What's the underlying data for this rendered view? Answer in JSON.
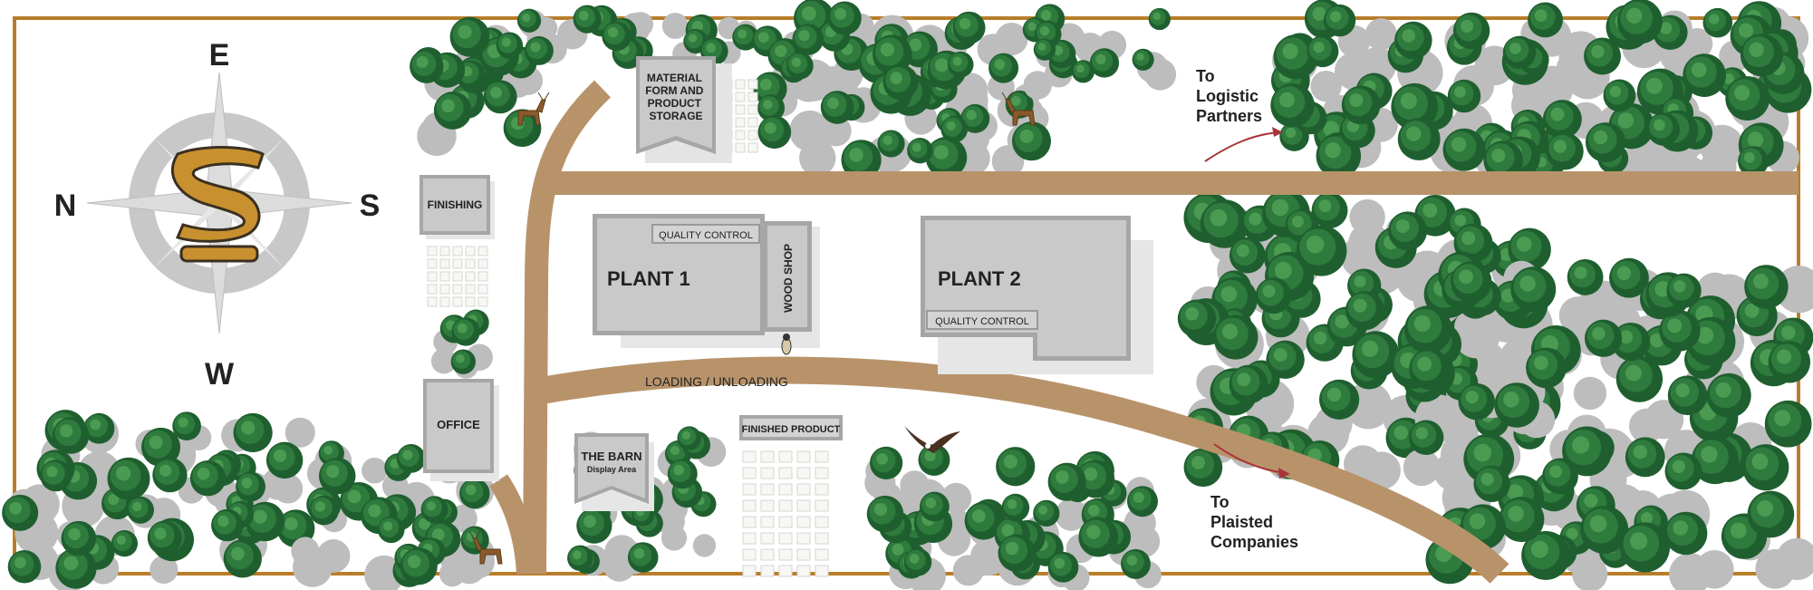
{
  "compass": {
    "north": "N",
    "east": "E",
    "south": "S",
    "west": "W"
  },
  "buildings": {
    "storage": [
      "MATERIAL",
      "FORM AND",
      "PRODUCT",
      "STORAGE"
    ],
    "finishing": "FINISHING",
    "office": "OFFICE",
    "plant1": "PLANT 1",
    "plant1_qc": "QUALITY CONTROL",
    "wood_shop": "WOOD SHOP",
    "plant2": "PLANT 2",
    "plant2_qc": "QUALITY CONTROL",
    "barn": "THE BARN",
    "barn_sub": "Display Area",
    "finished_product": "FINISHED PRODUCT"
  },
  "roads": {
    "loading": "LOADING / UNLOADING"
  },
  "directions": {
    "logistic": [
      "To",
      "Logistic",
      "Partners"
    ],
    "plaisted": [
      "To",
      "Plaisted",
      "Companies"
    ]
  },
  "colors": {
    "border": "#b87d2a",
    "road": "#b8936a",
    "building_fill": "#c9c9c9",
    "building_edge": "#9a9a9a",
    "tree_dark": "#1f5f2f",
    "tree_mid": "#2f7a3d",
    "tree_light": "#4a9a52",
    "arrow": "#a8343a",
    "compass_gray": "#c8c8c8",
    "logo_gold": "#c8902f"
  }
}
